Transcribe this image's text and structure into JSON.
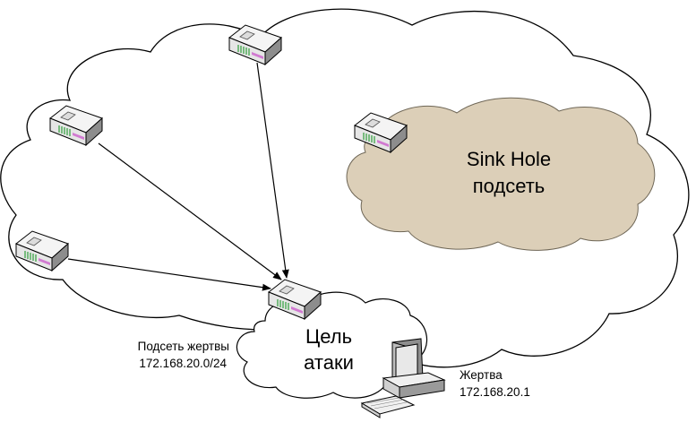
{
  "sinkhole": {
    "line1": "Sink Hole",
    "line2": "подсеть"
  },
  "target_cloud": {
    "line1": "Цель",
    "line2": "атаки"
  },
  "victim_subnet": {
    "label": "Подсеть жертвы",
    "cidr": "172.168.20.0/24"
  },
  "victim_host": {
    "label": "Жертва",
    "ip": "172.168.20.1"
  },
  "colors": {
    "sinkhole_fill": "#dccfb8",
    "cloud_stroke": "#000000",
    "router_body": "#f2f2f2",
    "router_side": "#8a8a8a",
    "router_led_green": "#2e9e3a",
    "router_led_pink": "#cc66cc"
  },
  "icons": {
    "router": "router-icon",
    "computer": "desktop-computer-icon"
  }
}
